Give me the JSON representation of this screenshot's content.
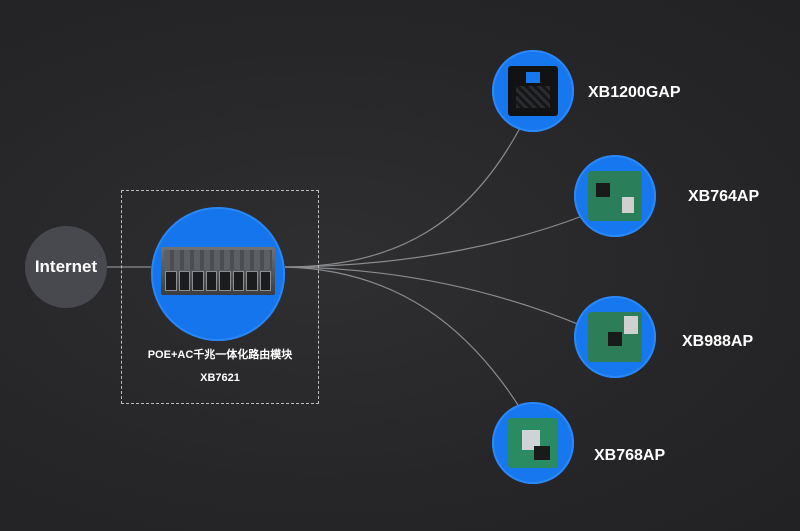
{
  "internet": {
    "label": "Internet"
  },
  "hub": {
    "title": "POE+AC千兆一体化路由模块",
    "model": "XB7621"
  },
  "access_points": [
    {
      "label": "XB1200GAP"
    },
    {
      "label": "XB764AP"
    },
    {
      "label": "XB988AP"
    },
    {
      "label": "XB768AP"
    }
  ],
  "colors": {
    "background": "#262628",
    "node_blue": "#1677ee",
    "internet_gray": "#48494e",
    "link_gray": "#8a8b8e"
  }
}
